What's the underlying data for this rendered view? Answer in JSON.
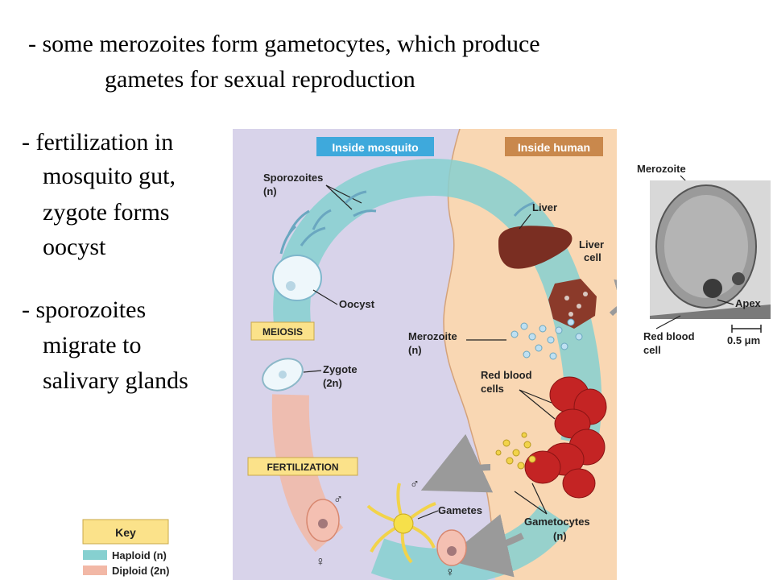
{
  "slide": {
    "headline_line1": "- some merozoites form gametocytes, which produce",
    "headline_line2": "gametes for sexual reproduction",
    "bullet1": [
      "- fertilization in",
      "mosquito gut,",
      "zygote forms",
      "oocyst"
    ],
    "bullet2": [
      "- sporozoites",
      "migrate to",
      "salivary glands"
    ]
  },
  "diagram": {
    "header_left": "Inside mosquito",
    "header_right": "Inside human",
    "sporozoites": [
      "Sporozoites",
      "(n)"
    ],
    "oocyst": "Oocyst",
    "meiosis": "MEIOSIS",
    "zygote": [
      "Zygote",
      "(2n)"
    ],
    "fertilization": "FERTILIZATION",
    "liver": "Liver",
    "liver_cell": [
      "Liver",
      "cell"
    ],
    "merozoite": [
      "Merozoite",
      "(n)"
    ],
    "red_blood_cells": [
      "Red blood",
      "cells"
    ],
    "gametes": "Gametes",
    "gametocytes": [
      "Gametocytes",
      "(n)"
    ],
    "male_symbol": "♂",
    "female_symbol": "♀"
  },
  "micrograph": {
    "merozoite": "Merozoite",
    "apex": "Apex",
    "red_blood_cell": [
      "Red blood",
      "cell"
    ],
    "scale": "0.5 μm"
  },
  "key": {
    "title": "Key",
    "haploid": "Haploid (n)",
    "diploid": "Diploid (2n)"
  },
  "colors": {
    "mosquito_bg": "#d8d3ea",
    "human_bg": "#f9d7b3",
    "haploid": "#86d0d0",
    "diploid": "#f2b8a6",
    "label_box": "#fbe28a",
    "header_blue": "#3ea9dc",
    "header_tan": "#c9884c",
    "blood_red": "#c42424",
    "liver": "#7a2e22"
  }
}
